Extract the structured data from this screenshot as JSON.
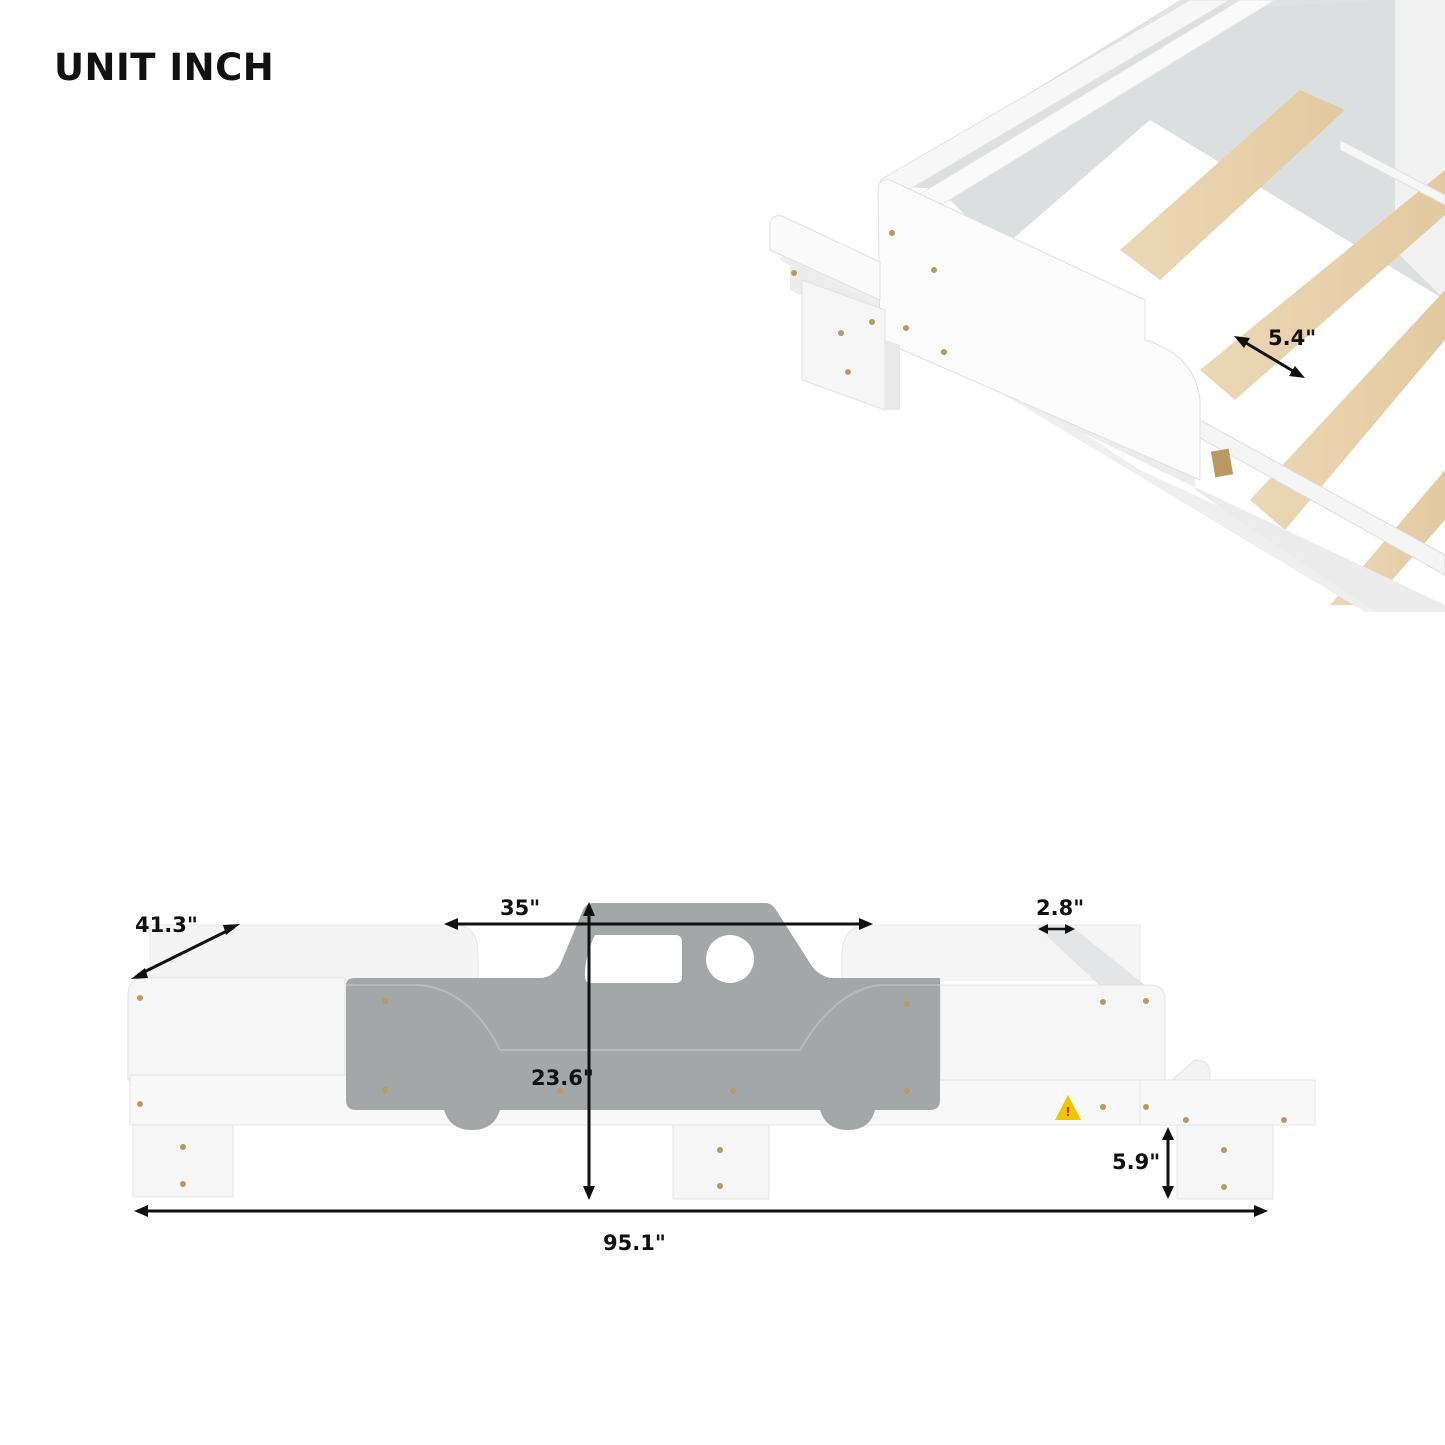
{
  "title": "UNIT INCH",
  "detail_view": {
    "description": "Close-up of bed frame corner with wooden slats",
    "slat_spacing_label": "5.4\""
  },
  "side_view": {
    "description": "Side elevation of car-shaped bed frame",
    "dimensions": {
      "depth": "41.3\"",
      "guardrail_length": "35\"",
      "guardrail_height": "23.6\"",
      "shelf_width": "2.8\"",
      "leg_clearance": "5.9\"",
      "total_length": "95.1\""
    }
  },
  "colors": {
    "frame_white": "#f4f4f4",
    "car_panel_gray": "#a3a7a8",
    "slat_wood": "#e8d2ad",
    "screw_brass": "#b89a62",
    "warning_yellow": "#f2c300",
    "text": "#111111"
  }
}
